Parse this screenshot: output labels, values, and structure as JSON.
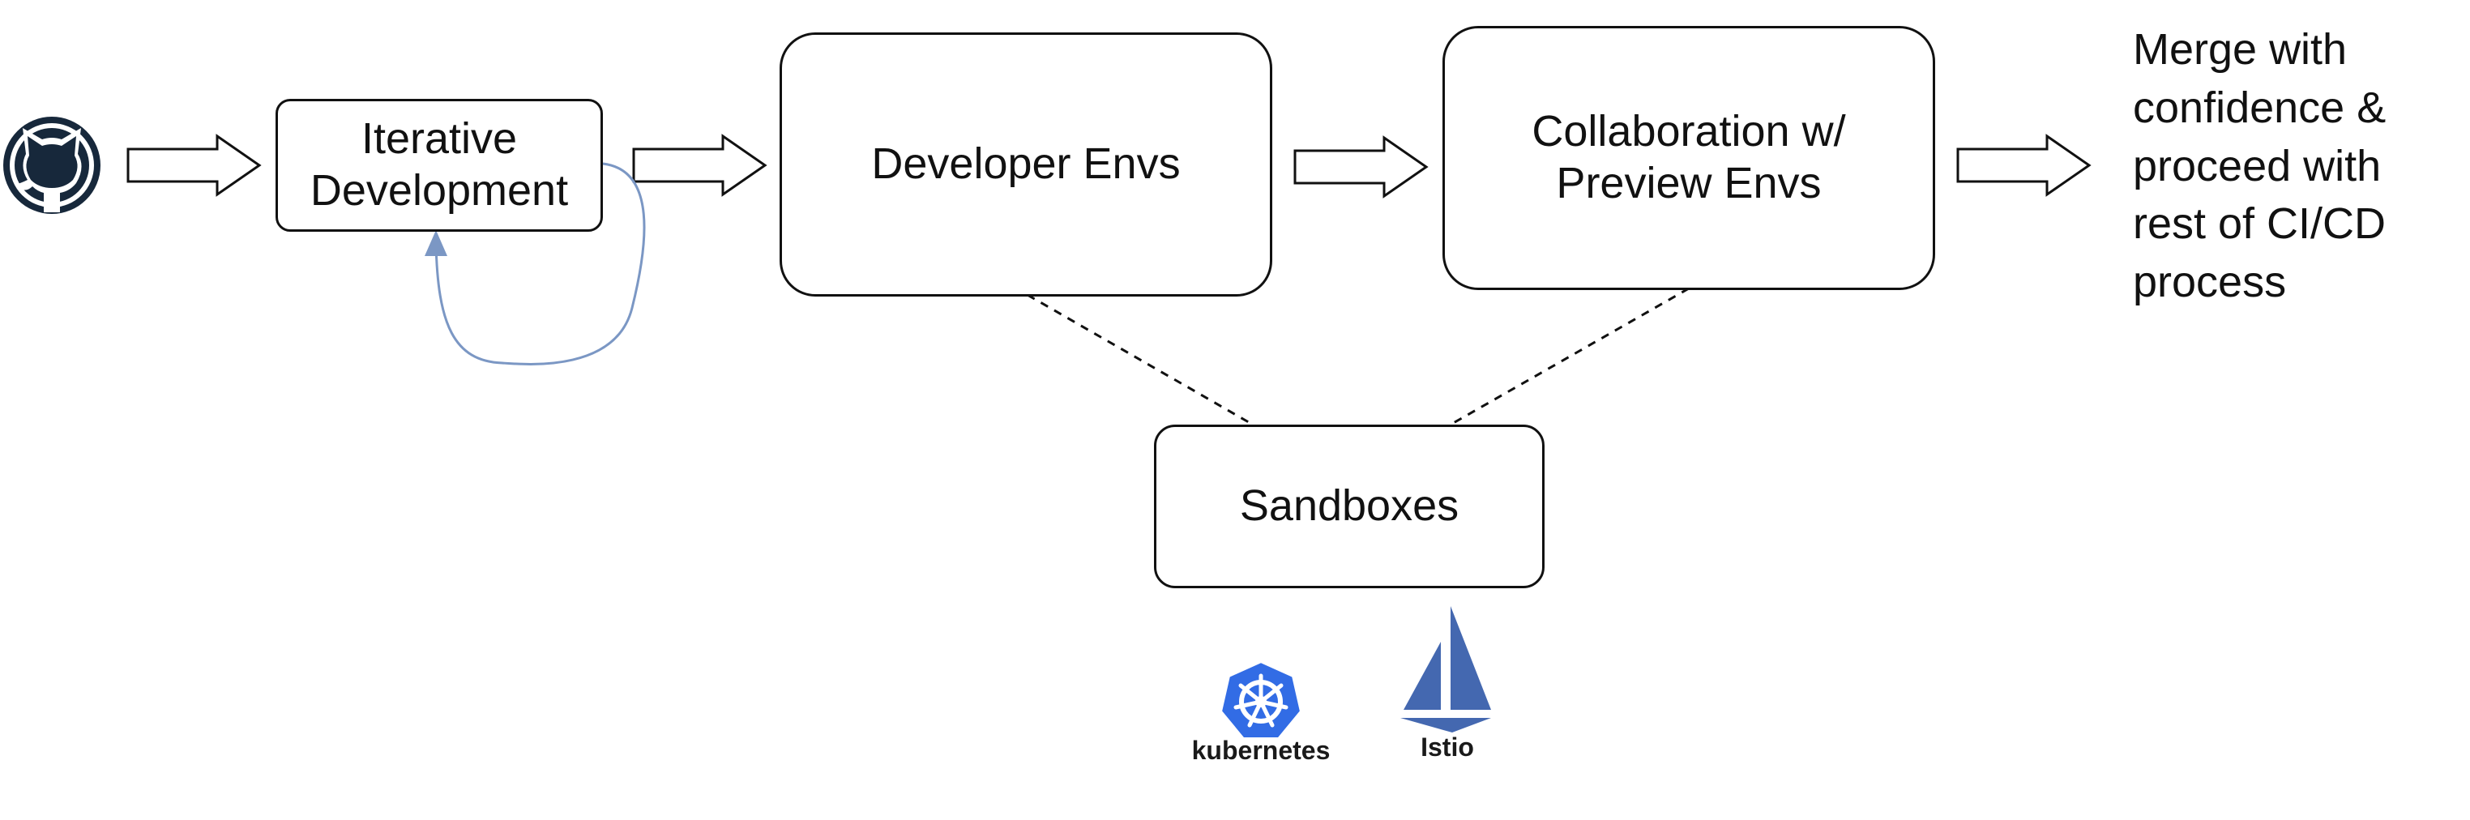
{
  "diagram": {
    "nodes": {
      "iterative": "Iterative\nDevelopment",
      "developer_envs": "Developer Envs",
      "collaboration": "Collaboration w/\nPreview Envs",
      "sandboxes": "Sandboxes"
    },
    "final_note": "Merge with\nconfidence &\nproceed with\nrest of CI/CD\nprocess"
  },
  "logos": {
    "github": {
      "icon": "github-octocat-icon"
    },
    "kubernetes": {
      "label": "kubernetes",
      "icon": "kubernetes-wheel-icon"
    },
    "istio": {
      "label": "Istio",
      "icon": "istio-sail-icon"
    }
  },
  "colors": {
    "line": "#111111",
    "loop": "#7b97c4",
    "github": "#17283b",
    "kubernetes": "#326ce5",
    "istio": "#4468b0"
  }
}
